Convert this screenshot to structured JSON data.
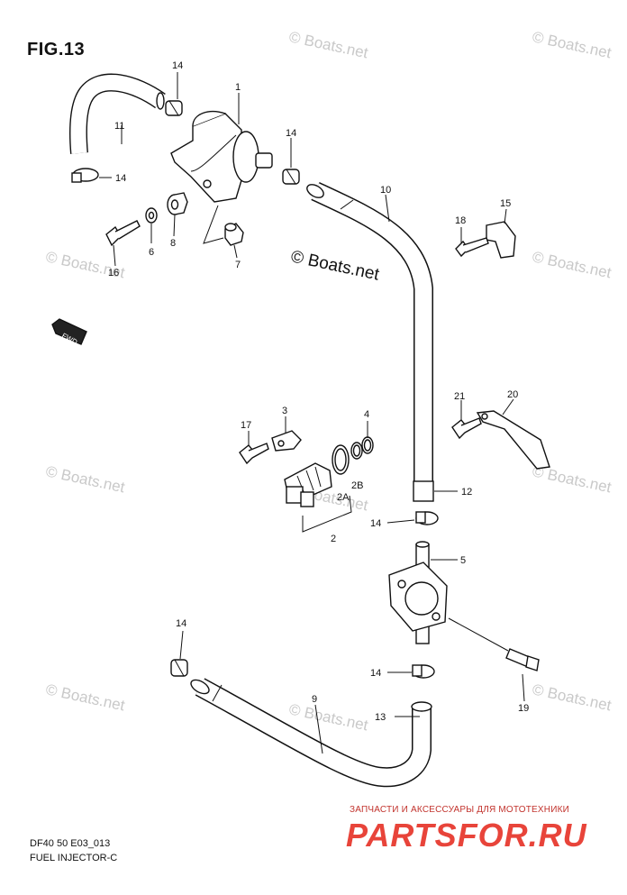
{
  "figure": {
    "title": "FIG.13",
    "footer_code": "DF40 50 E03_013",
    "footer_name": "FUEL INJECTOR-C",
    "main_watermark": "© Boats.net",
    "watermark": "© Boats.net",
    "promo_line": "ЗАПЧАСТИ И АКСЕССУАРЫ ДЛЯ МОТОТЕХНИКИ",
    "brand": "PARTSFOR.RU",
    "fwd_label": "FWD"
  },
  "callouts": {
    "c1": "1",
    "c2": "2",
    "c2a": "2A",
    "c2b": "2B",
    "c3": "3",
    "c4": "4",
    "c5": "5",
    "c6": "6",
    "c7": "7",
    "c8": "8",
    "c9": "9",
    "c10": "10",
    "c11": "11",
    "c12": "12",
    "c13": "13",
    "c14": "14",
    "c15": "15",
    "c16": "16",
    "c17": "17",
    "c18": "18",
    "c19": "19",
    "c20": "20",
    "c21": "21"
  },
  "colors": {
    "line": "#111111",
    "watermark": "#c9c9c9",
    "brand": "#e8443a"
  }
}
